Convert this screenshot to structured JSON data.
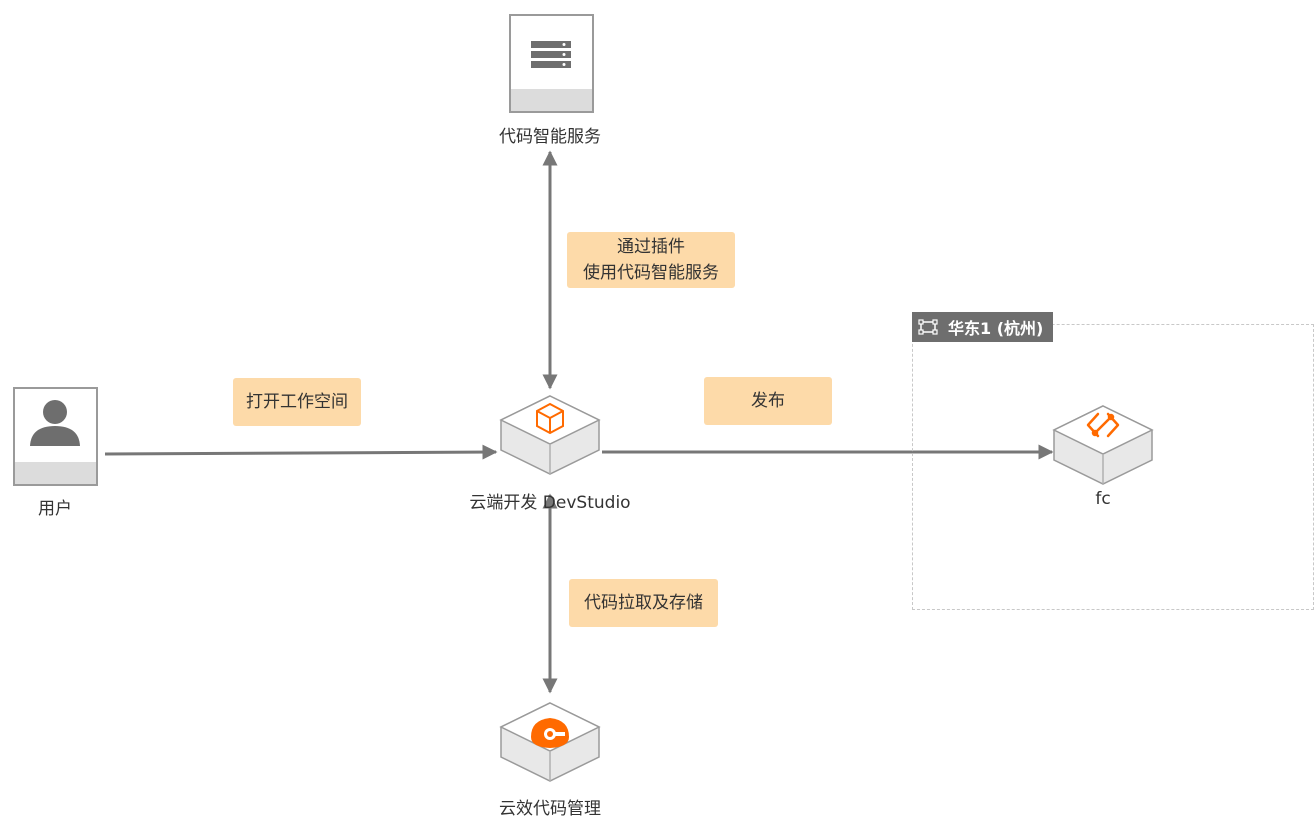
{
  "nodes": {
    "user": {
      "label": "用户",
      "icon": "person-icon"
    },
    "ai_service": {
      "label": "代码智能服务",
      "icon": "server-icon"
    },
    "devstudio": {
      "label": "云端开发 DevStudio",
      "icon": "cube-icon"
    },
    "codeup": {
      "label": "云效代码管理",
      "icon": "codeup-icon"
    },
    "fc": {
      "label": "fc",
      "icon": "function-compute-icon"
    }
  },
  "edges": {
    "open_workspace": "打开工作空间",
    "plugin_line1": "通过插件",
    "plugin_line2": "使用代码智能服务",
    "publish": "发布",
    "pull_store": "代码拉取及存储"
  },
  "region": {
    "label": "华东1 (杭州)",
    "icon": "region-icon"
  },
  "colors": {
    "accent": "#ff6a00",
    "tag_bg": "#fddaa9",
    "arrow": "#777777",
    "region_tab": "#6e6e6e"
  }
}
